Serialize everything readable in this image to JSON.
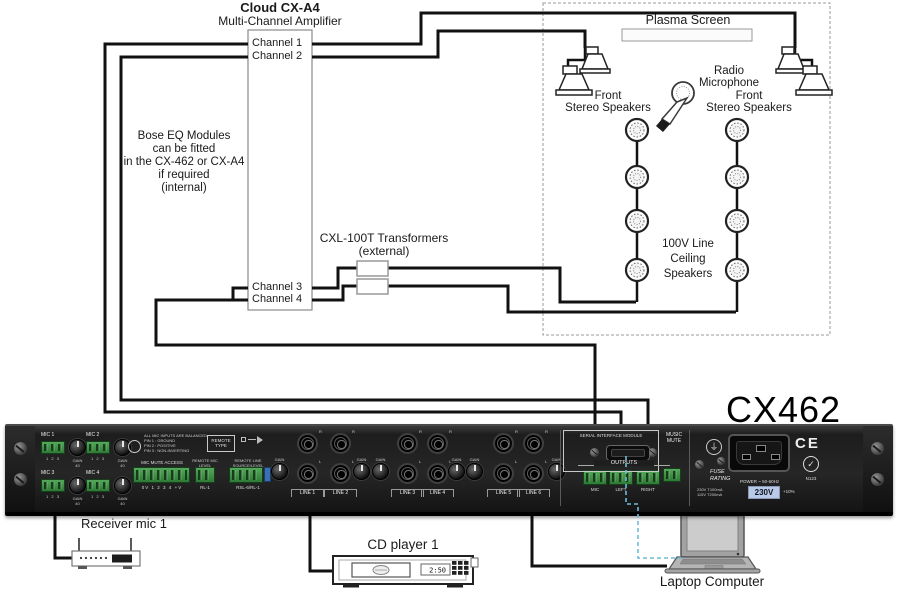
{
  "amplifier": {
    "title": "Cloud CX-A4",
    "subtitle": "Multi-Channel Amplifier",
    "channels": [
      "Channel 1",
      "Channel 2",
      "Channel 3",
      "Channel 4"
    ]
  },
  "notes": {
    "bose_eq": "Bose EQ Modules\ncan be fitted\nin the CX-462 or CX-A4\nif required\n(internal)",
    "transformers": "CXL-100T Transformers\n(external)"
  },
  "room": {
    "plasma_screen": "Plasma Screen",
    "radio_microphone": "Radio\nMicrophone",
    "front_speakers_left": "Front\nStereo Speakers",
    "front_speakers_right": "Front\nStereo Speakers",
    "ceiling_speakers": "100V Line\nCeiling\nSpeakers"
  },
  "mixer": {
    "model": "CX462",
    "mic_inputs": [
      "MIC 1",
      "MIC 2",
      "MIC 3",
      "MIC 4"
    ],
    "mic_pins": "1  2  3",
    "gain_label": "GAIN",
    "gain_value": "40",
    "info_block": "ALL MIC INPUTS ARE BALANCED\nPIN 1 : GROUND\nPIN 2 : POSITIVE\nPIN 3 : NON-INVERTING",
    "remote_type": "REMOTE\nTYPE",
    "mic_mute_access": "MIC MUTE ACCESS",
    "mic_mute_pins": "0V 1 2 3 4 +V",
    "remote_mic_level": "REMOTE MIC\nLEVEL",
    "remote_mic_port": "RL-1",
    "remote_line_label": "REMOTE LINE\nSOURCE/LEVEL",
    "remote_line_port": "RSL-6/RL-1",
    "line_inputs": [
      "LINE 1",
      "LINE 2",
      "LINE 3",
      "LINE 4",
      "LINE 5",
      "LINE 6"
    ],
    "jack_right": "R",
    "jack_left": "L",
    "serial_module": "SERIAL INTERFACE MODULE",
    "music_mute": "MUSIC\nMUTE",
    "outputs_label": "OUTPUTS",
    "output_terminals": [
      "MIC",
      "LEFT",
      "RIGHT"
    ],
    "fuse_label": "FUSE\nRATING",
    "fuse_values": "230V T100mA\n115V T200mA",
    "power_label": "POWER ~ 50-60Hz",
    "voltage": "230V",
    "tolerance": "+10%",
    "ce_mark": "CE",
    "cert_check": "✓",
    "cert_code": "N123"
  },
  "devices": {
    "receiver": "Receiver mic 1",
    "cd_player": "CD player 1",
    "cd_display": "2:50",
    "laptop": "Laptop Computer"
  },
  "colors": {
    "wire": "#111111",
    "serial_link": "#6fbcd8",
    "terminal_green": "#3e8e41",
    "voltage_bg": "#b9c9e8"
  }
}
